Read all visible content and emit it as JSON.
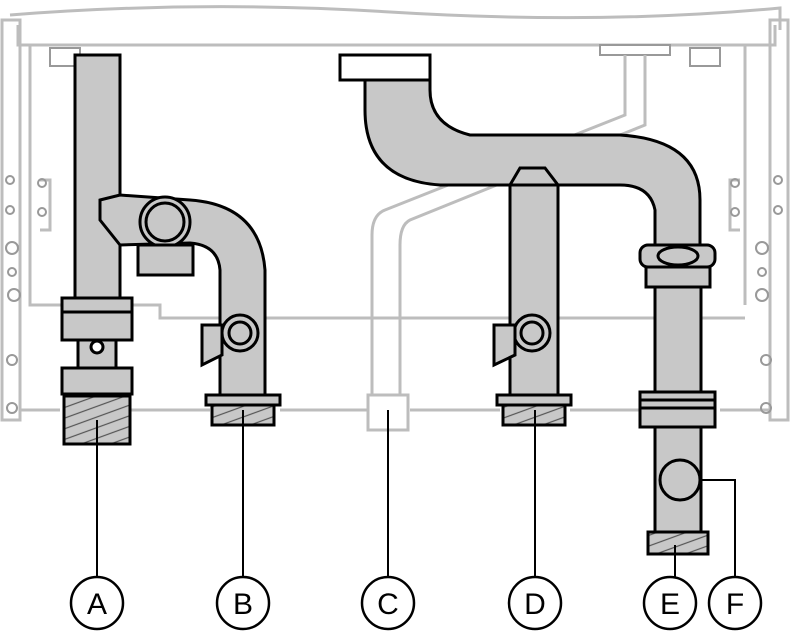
{
  "labels": {
    "a": "A",
    "b": "B",
    "c": "C",
    "d": "D",
    "e": "E",
    "f": "F"
  },
  "colors": {
    "pipe_fill": "#c8c8c8",
    "pipe_stroke": "#000000",
    "frame_stroke": "#bdbdbd",
    "thin_pipe_stroke": "#bdbdbd"
  }
}
